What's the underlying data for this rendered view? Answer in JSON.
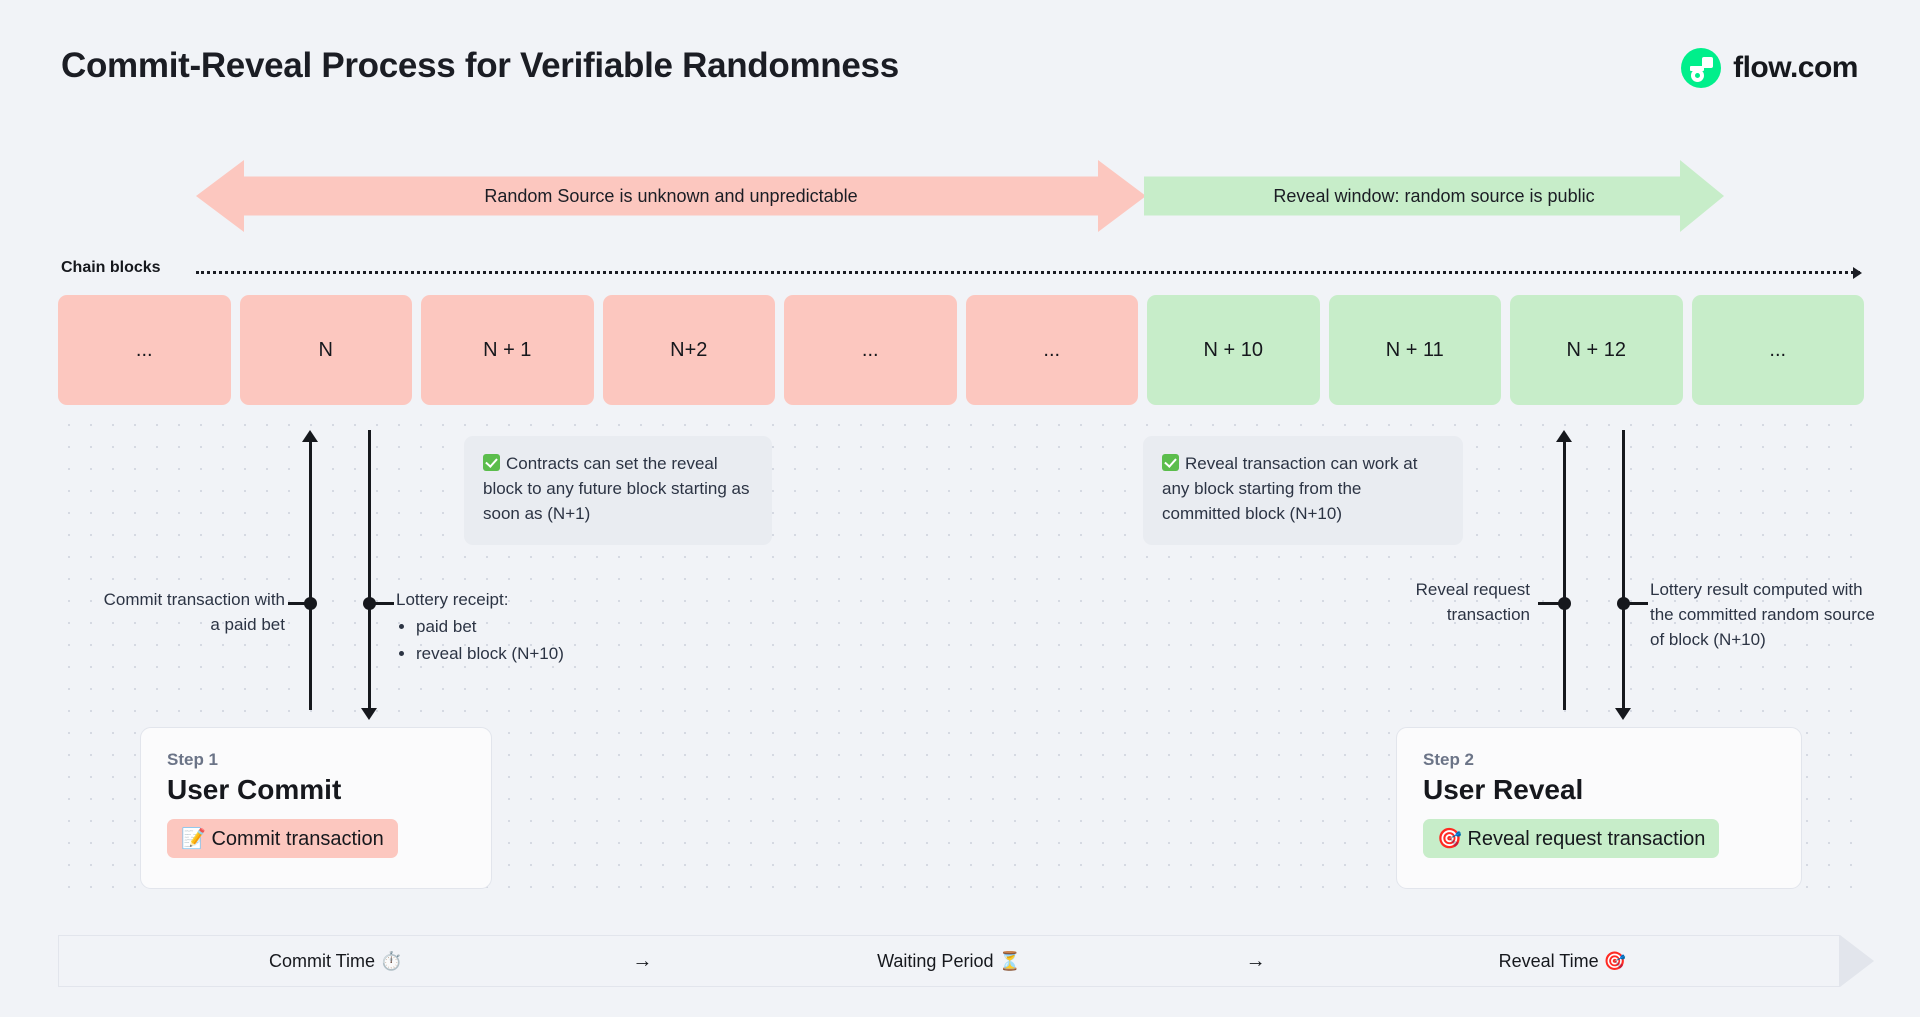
{
  "header": {
    "title": "Commit-Reveal Process for Verifiable Randomness",
    "brand_name": "flow.com",
    "brand_color": "#00ef8b"
  },
  "phases": [
    {
      "label": "Random Source is unknown and unpredictable",
      "color": "#fcc7bf",
      "direction": "double"
    },
    {
      "label": "Reveal window: random source is public",
      "color": "#c7edc9",
      "direction": "right"
    }
  ],
  "chain": {
    "label": "Chain blocks",
    "blocks": [
      {
        "label": "...",
        "state": "pink"
      },
      {
        "label": "N",
        "state": "pink"
      },
      {
        "label": "N + 1",
        "state": "pink"
      },
      {
        "label": "N+2",
        "state": "pink"
      },
      {
        "label": "...",
        "state": "pink"
      },
      {
        "label": "...",
        "state": "pink"
      },
      {
        "label": "N + 10",
        "state": "green"
      },
      {
        "label": "N + 11",
        "state": "green"
      },
      {
        "label": "N + 12",
        "state": "green"
      },
      {
        "label": "...",
        "state": "green"
      }
    ]
  },
  "callouts": [
    {
      "icon": "check-icon",
      "text": "Contracts can set the reveal block to any future block starting as soon as (N+1)"
    },
    {
      "icon": "check-icon",
      "text": "Reveal transaction can work at any block starting from the committed block (N+10)"
    }
  ],
  "annotations": {
    "commit_tx": "Commit transaction with a paid bet",
    "lottery_receipt_title": "Lottery receipt:",
    "lottery_receipt_items": [
      "paid bet",
      "reveal block (N+10)"
    ],
    "reveal_request": "Reveal request transaction",
    "lottery_result": "Lottery result computed with the committed random source of block (N+10)"
  },
  "steps": [
    {
      "kicker": "Step 1",
      "title": "User Commit",
      "pill_icon": "memo-icon",
      "pill_label": "Commit transaction",
      "pill_color": "#fcc7bf"
    },
    {
      "kicker": "Step 2",
      "title": "User Reveal",
      "pill_icon": "target-icon",
      "pill_label": "Reveal request transaction",
      "pill_color": "#c7edc9"
    }
  ],
  "timeline": {
    "phase1": "Commit Time ⏱️",
    "arrow1": "→",
    "phase2": "Waiting Period ⏳",
    "arrow2": "→",
    "phase3": "Reveal Time 🎯"
  }
}
